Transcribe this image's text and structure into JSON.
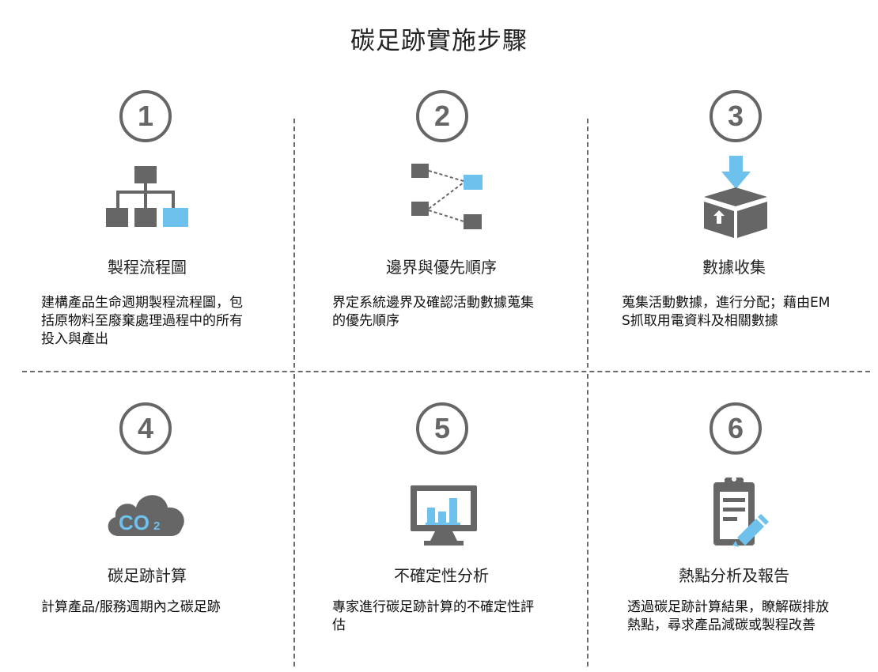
{
  "title": "碳足跡實施步驟",
  "colors": {
    "gray": "#666666",
    "blue": "#6ec1ec",
    "divider": "#6b6b6b"
  },
  "steps": [
    {
      "number": "1",
      "icon": "flowchart-icon",
      "title": "製程流程圖",
      "description": "建構產品生命週期製程流程圖，包括原物料至廢棄處理過程中的所有投入與產出"
    },
    {
      "number": "2",
      "icon": "priority-nodes-icon",
      "title": "邊界與優先順序",
      "description": "界定系統邊界及確認活動數據蒐集的優先順序"
    },
    {
      "number": "3",
      "icon": "box-download-icon",
      "title": "數據收集",
      "description": "蒐集活動數據，進行分配；藉由EMS抓取用電資料及相關數據"
    },
    {
      "number": "4",
      "icon": "co2-cloud-icon",
      "title": "碳足跡計算",
      "description": "計算產品/服務週期內之碳足跡",
      "icon_text": "CO2"
    },
    {
      "number": "5",
      "icon": "monitor-chart-icon",
      "title": "不確定性分析",
      "description": "專家進行碳足跡計算的不確定性評估"
    },
    {
      "number": "6",
      "icon": "clipboard-pen-icon",
      "title": "熱點分析及報告",
      "description": "透過碳足跡計算結果，瞭解碳排放熱點，尋求產品減碳或製程改善"
    }
  ]
}
